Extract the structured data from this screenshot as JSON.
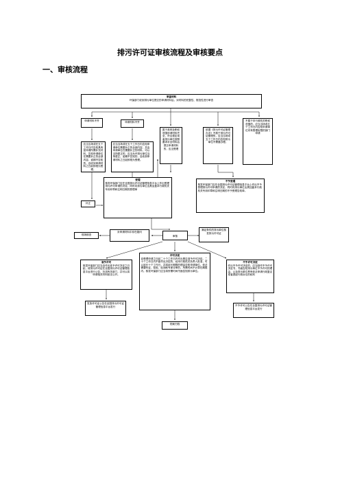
{
  "page": {
    "title": "排污许可证审核流程及审核要点",
    "section": "一、审核流程"
  },
  "nodes": {
    "review_materials": {
      "head": "审查材料",
      "text": "环保部门收到排污单位提交的申请材料后，对材料的完整性、规范性进行审查"
    },
    "not_apply": "申请材料不齐",
    "incomplete": "申请材料不齐",
    "notify_supplement": "应当当场或在五个工作日内告知具有如申请所需补充材料，告知申请单位在需要补正的全部内容，逾期不告知的，自收到申请材料之日起即视为受理。",
    "correct_in_5": "应当当场或在五个工作日内告知申请单位需要补正的全部内容，并由申请单位在需要补正的材料，可以当场更正的，应当允许排污单位当场更正。逾期不告知的，自收到申请材料之日起即视为受理。",
    "belongs_jurisdiction": "属于政府及职权范围申请材料齐全、符合规定或者排污单位按照要求补全材料后提交申请材料的，应当受理",
    "not_accept_law": "依据《排污许可证管理办法》不属于排污许可证管理的，应当当场或五个工作日内告知排污单位不需要办理。",
    "not_jurisdiction": "不属于本行政机关职权范围的，应当当场或五个工作日内告知申请单位向有受理权限的部门申请",
    "correction": "更正",
    "accept": {
      "head": "受理",
      "text": "核发环保部门应在全国排污许可证管理信息平台上作出受理排污许可申请的决定，同时向排污单位出具加盖本行政机关专用印章和注明日期的受理单"
    },
    "not_accept": {
      "head": "不予受理",
      "text": "核发环保部门应在全国排污许可证管理信息平台上作出不予受理排污许可申请的决定，同时向排污单位出具加盖本行政机关专用印章和注明日期的不予受理告知单。"
    },
    "supplement": "补正",
    "site_check": "现场核查",
    "tech_review": "对申请材料中存在疑问",
    "review": "审核",
    "meet_conditions": "满足条件的排污单位核发排污许可证",
    "reject": {
      "head": "准予许可",
      "text": "核发环保部门应当自作出准予许可决定之日起，将排污许可证在全国排污许可证管理信息平台进行公告，抄送有关部门，并可以将申请相关材料依法公开。"
    },
    "approve": {
      "head": "许可决定",
      "text": "自受理申请之日起二十个工作日内作出是否准予许可决定。二十个工作日内不能作出决定的，经本行政机关负责人批准，可以延长十个工作日，并将延长期限的理由告知申请单位。依法需要听证、检验、检测和专家评审的，所需时间不计算在期限内。核发环保部门应当将所需时间书面告知排污单位。"
    },
    "deny": {
      "head": "不予许可决定",
      "text": "作出不予许可决定的，应当制作不予许可决定书，书面告知排污单位不予许可的理由，以及排污单位享有依法申请行政复议或者提起行政诉讼的权利"
    },
    "publicize": "发放许可证公告在全国排污许可证管理信息平台发行",
    "archive": "档案归档",
    "deny_publicize": "不予许可公告在全国排污许可证管理信息平台发行"
  }
}
